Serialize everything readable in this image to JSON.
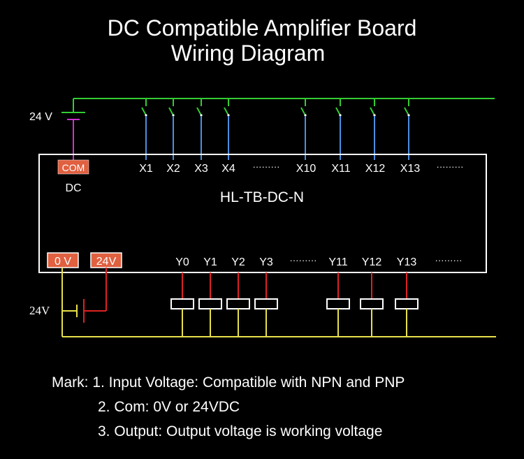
{
  "title": {
    "line1": "DC Compatible Amplifier Board",
    "line2": "Wiring Diagram"
  },
  "supply_top": "24 V",
  "supply_bottom": "24V",
  "board": {
    "model": "HL-TB-DC-N",
    "com_label": "COM",
    "com_sub": "DC",
    "zero_v": "0 V",
    "v24": "24V"
  },
  "inputs": {
    "group1": [
      "X1",
      "X2",
      "X3",
      "X4"
    ],
    "group2": [
      "X10",
      "X11",
      "X12",
      "X13"
    ],
    "dots": "·········"
  },
  "outputs": {
    "group1": [
      "Y0",
      "Y1",
      "Y2",
      "Y3"
    ],
    "group2": [
      "Y11",
      "Y12",
      "Y13"
    ],
    "dots": "·········"
  },
  "notes": {
    "line1": "Mark: 1. Input Voltage: Compatible with NPN and PNP",
    "line2": "2. Com: 0V or 24VDC",
    "line3": "3. Output: Output voltage is working voltage"
  },
  "colors": {
    "green_bus": "#33cc33",
    "magenta": "#cc33cc",
    "blue_input": "#4a90e2",
    "red_output": "#dd2222",
    "yellow_return": "#e8e04a",
    "terminal_fill": "#e06040"
  }
}
